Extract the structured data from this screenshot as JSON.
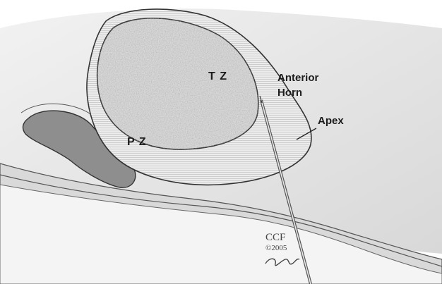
{
  "labels": {
    "transition_zone": "T Z",
    "peripheral_zone": "P Z",
    "anterior_horn_line1": "Anterior",
    "anterior_horn_line2": "Horn",
    "apex": "Apex"
  },
  "signature": {
    "org": "CCF",
    "year": "©2005"
  },
  "colors": {
    "background_tissue": "#e4e4e4",
    "transition_zone_fill": "#dadada",
    "peripheral_zone_fill": "#e9e9e9",
    "rectum": "#8e8e8e",
    "outline": "#444444",
    "needle": "#555555"
  }
}
